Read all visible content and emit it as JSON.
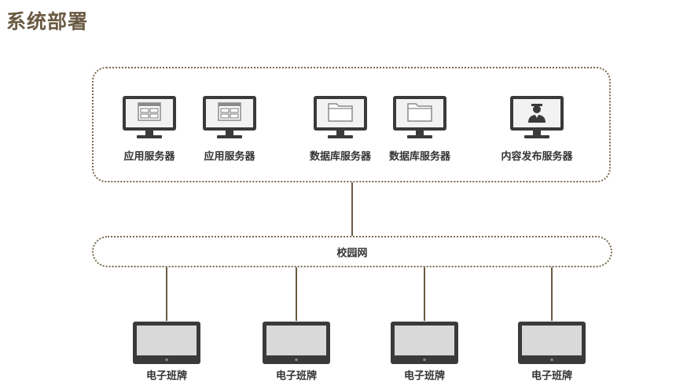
{
  "title": "系统部署",
  "colors": {
    "accent": "#6b5a43",
    "monitor_frame": "#3a3a3a",
    "screen_fill": "#f2f2f2",
    "device_screen": "#d9d9d9"
  },
  "servers": [
    {
      "label": "应用服务器",
      "icon": "app-window-icon"
    },
    {
      "label": "应用服务器",
      "icon": "app-window-icon"
    },
    {
      "label": "数据库服务器",
      "icon": "folder-icon"
    },
    {
      "label": "数据库服务器",
      "icon": "folder-icon"
    },
    {
      "label": "内容发布服务器",
      "icon": "person-icon"
    }
  ],
  "network": {
    "label": "校园网"
  },
  "devices": [
    {
      "label": "电子班牌"
    },
    {
      "label": "电子班牌"
    },
    {
      "label": "电子班牌"
    },
    {
      "label": "电子班牌"
    }
  ]
}
